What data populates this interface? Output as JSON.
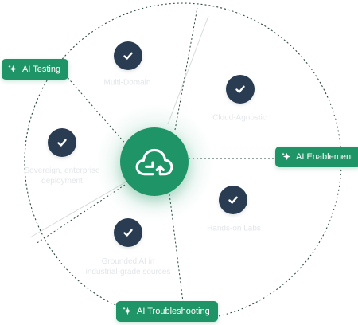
{
  "colors": {
    "accent": "#1f9466",
    "check_bg": "#2a3c52",
    "outline": "#2d4a3e",
    "faded_text": "#e3e6ea"
  },
  "badges": {
    "top_left": {
      "label": "AI Testing",
      "icon": "sparkle-icon"
    },
    "right": {
      "label": "AI Enablement",
      "icon": "sparkle-icon"
    },
    "bottom": {
      "label": "AI Troubleshooting",
      "icon": "sparkle-icon"
    }
  },
  "hub": {
    "icon": "cloud-icon"
  },
  "segments": [
    {
      "label_lines": [
        "Multi-Domain"
      ],
      "icon": "checkmark-icon"
    },
    {
      "label_lines": [
        "Cloud-Agnostic"
      ],
      "icon": "checkmark-icon"
    },
    {
      "label_lines": [
        "Hands-on Labs"
      ],
      "icon": "checkmark-icon"
    },
    {
      "label_lines": [
        "Grounded AI in",
        "industrial-grade sources"
      ],
      "icon": "checkmark-icon"
    },
    {
      "label_lines": [
        "Sovereign, enterprise",
        "deployment"
      ],
      "icon": "checkmark-icon"
    }
  ]
}
